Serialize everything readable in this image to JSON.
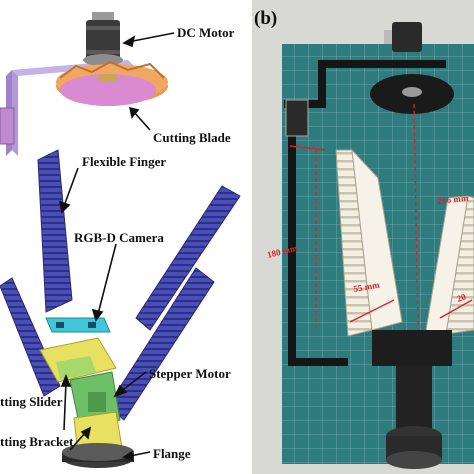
{
  "panel_a": {
    "labels": {
      "dc_motor": "DC Motor",
      "cutting_blade": "Cutting Blade",
      "flexible_finger": "Flexible Finger",
      "rgbd_camera": "RGB-D Camera",
      "cutting_slider": "tting Slider",
      "stepper_motor": "Stepper Motor",
      "cutting_bracket": "tting Bracket",
      "flange": "Flange"
    }
  },
  "panel_b": {
    "letter": "(b)",
    "measurements": {
      "blade_distance": "286 mm",
      "finger_height": "180 mm",
      "finger_width_left": "55 mm",
      "finger_width_right": "20"
    }
  },
  "colors": {
    "finger_blue": "#4a4fb8",
    "blade_orange": "#f0a860",
    "blade_pink": "#d98ad0",
    "camera_cyan": "#3fc6d8",
    "bracket_yellow": "#e8e060",
    "base_green": "#6fbf6a",
    "frame_purple": "#b29ad8",
    "measure_red": "#d8232a",
    "mat_teal": "#2f7c7e"
  }
}
